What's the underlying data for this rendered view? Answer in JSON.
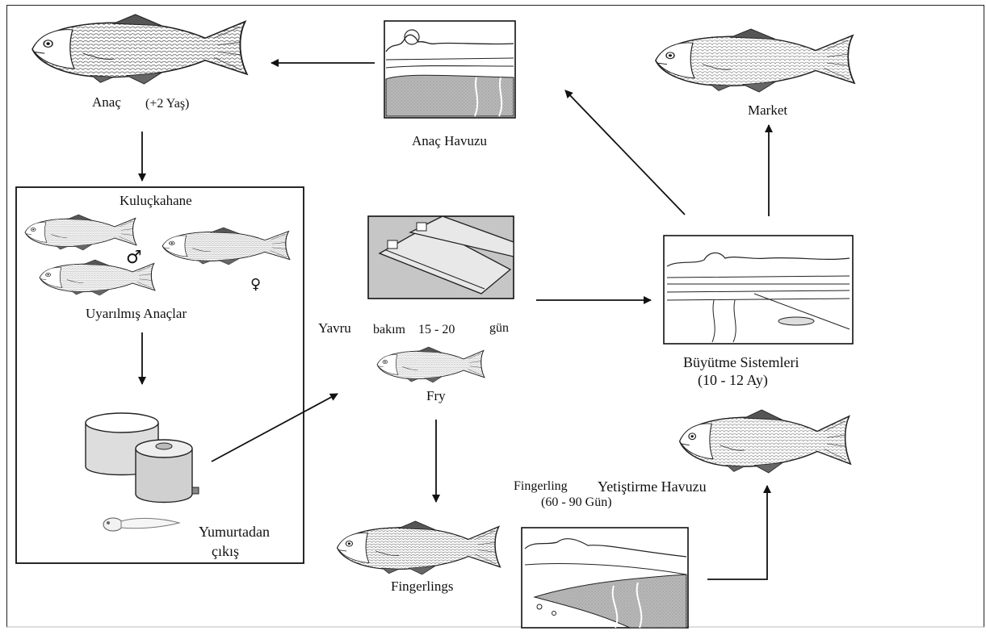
{
  "labels": {
    "broodstock": "Anaç",
    "broodstock_age": "(+2 Yaş)",
    "broodstock_pond": "Anaç Havuzu",
    "market": "Market",
    "hatchery": "Kuluçkahane",
    "induced_broodstock": "Uyarılmış Anaçlar",
    "hatching_line1": "Yumurtadan",
    "hatching_line2": "çıkış",
    "fry_nursing_a": "Yavru",
    "fry_nursing_b": "bakım",
    "fry_nursing_days": "15 - 20",
    "fry_nursing_unit": "gün",
    "fry": "Fry",
    "fingerlings": "Fingerlings",
    "fingerling_pond_a": "Fingerling",
    "fingerling_pond_b": "Yetiştirme Havuzu",
    "fingerling_pond_days": "(60 - 90 Gün)",
    "grow_out": "Büyütme Sistemleri",
    "grow_out_months": "(10 - 12 Ay)"
  },
  "symbols": {
    "male": "♂",
    "female": "♀"
  },
  "icons": [
    "fish-icon",
    "pond-icon",
    "raceway-icon",
    "incubator-tank-icon",
    "larva-icon"
  ]
}
